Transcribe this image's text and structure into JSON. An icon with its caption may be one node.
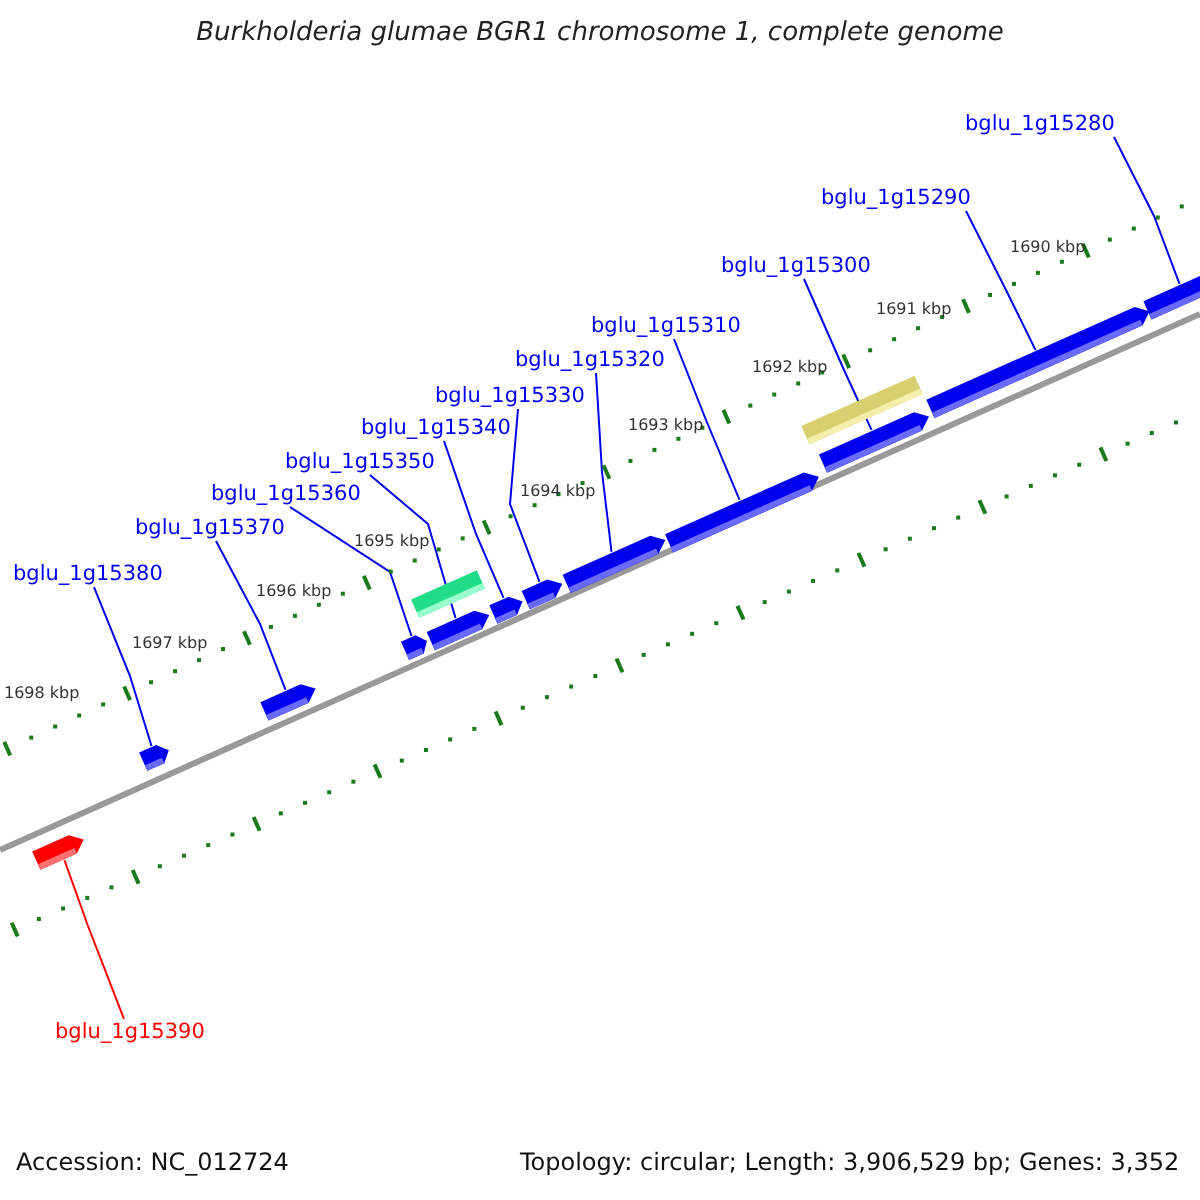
{
  "diagram": {
    "title": "Burkholderia glumae BGR1 chromosome 1, complete genome",
    "nodes": [
      {
        "text": [
          "bglu_1g15280"
        ]
      },
      {
        "text": [
          "bglu_1g15290"
        ]
      },
      {
        "text": [
          "bglu_1g15300"
        ]
      },
      {
        "text": [
          "bglu_1g15310"
        ]
      },
      {
        "text": [
          "bglu_1g15320"
        ]
      },
      {
        "text": [
          "bglu_1g15330"
        ]
      },
      {
        "text": [
          "bglu_1g15340"
        ]
      },
      {
        "text": [
          "bglu_1g15350"
        ]
      },
      {
        "text": [
          "bglu_1g15360"
        ]
      },
      {
        "text": [
          "bglu_1g15370"
        ]
      },
      {
        "text": [
          "bglu_1g15380"
        ]
      },
      {
        "text": [
          "bglu_1g15390"
        ]
      },
      {
        "text": [],
        "shape": "pentagon"
      },
      {
        "text": [],
        "shape": "pentagon"
      },
      {
        "text": [],
        "shape": "pentagon"
      },
      {
        "text": [],
        "shape": "pentagon"
      },
      {
        "text": [],
        "shape": "box"
      },
      {
        "text": [],
        "shape": "pentagon"
      },
      {
        "text": [],
        "shape": "pentagon"
      },
      {
        "text": [],
        "shape": "pentagon"
      },
      {
        "text": [],
        "shape": "pentagon"
      },
      {
        "text": [],
        "shape": "pentagon"
      },
      {
        "text": [],
        "shape": "box"
      },
      {
        "text": [],
        "shape": "pentagon"
      },
      {
        "text": [],
        "shape": "pentagon"
      },
      {
        "text": [],
        "shape": "pentagon"
      }
    ],
    "edges": [
      {
        "from": 0,
        "to": 25,
        "arrow": "none"
      },
      {
        "from": 1,
        "to": 24,
        "arrow": "none"
      },
      {
        "from": 2,
        "to": 23,
        "arrow": "none"
      },
      {
        "from": 3,
        "to": 21,
        "arrow": "none"
      },
      {
        "from": 4,
        "to": 20,
        "arrow": "none"
      },
      {
        "from": 5,
        "to": 19,
        "arrow": "none"
      },
      {
        "from": 6,
        "to": 18,
        "arrow": "none"
      },
      {
        "from": 7,
        "to": 17,
        "arrow": "none"
      },
      {
        "from": 8,
        "to": 15,
        "arrow": "none"
      },
      {
        "from": 9,
        "to": 14,
        "arrow": "none"
      },
      {
        "from": 10,
        "to": 13,
        "arrow": "none"
      },
      {
        "from": 11,
        "to": 12,
        "arrow": "none",
        "color": "#ff0000"
      }
    ],
    "labels": [
      "1690 kbp",
      "1691 kbp",
      "1692 kbp",
      "1693 kbp",
      "1694 kbp",
      "1695 kbp",
      "1696 kbp",
      "1697 kbp",
      "1698 kbp",
      "Accession: NC_012724",
      "Topology: circular; Length: 3,906,529 bp; Genes: 3,352"
    ]
  }
}
